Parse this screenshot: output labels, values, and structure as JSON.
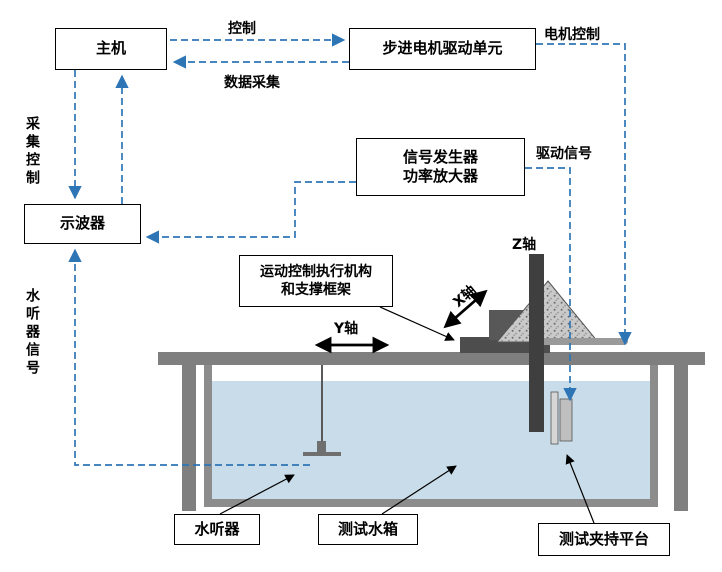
{
  "diagram": {
    "boxes": {
      "host": "主机",
      "stepper_driver": "步进电机驱动单元",
      "signal_generator_line1": "信号发生器",
      "signal_generator_line2": "功率放大器",
      "oscilloscope": "示波器",
      "motion_frame_line1": "运动控制执行机构",
      "motion_frame_line2": "和支撑框架",
      "hydrophone": "水听器",
      "test_tank": "测试水箱",
      "test_fixture": "测试夹持平台"
    },
    "line_labels": {
      "control": "控制",
      "data_acquisition": "数据采集",
      "motor_control": "电机控制",
      "drive_signal": "驱动信号",
      "acquisition_control": "采集控制",
      "hydrophone_signal": "水听器信号"
    },
    "axis_labels": {
      "z": "Z轴",
      "x": "X轴",
      "y": "Y轴"
    },
    "colors": {
      "signal_line_blue": "#2E75B6",
      "water_fill": "#C9DCE9",
      "structure_gray": "#7F7F7F"
    }
  }
}
